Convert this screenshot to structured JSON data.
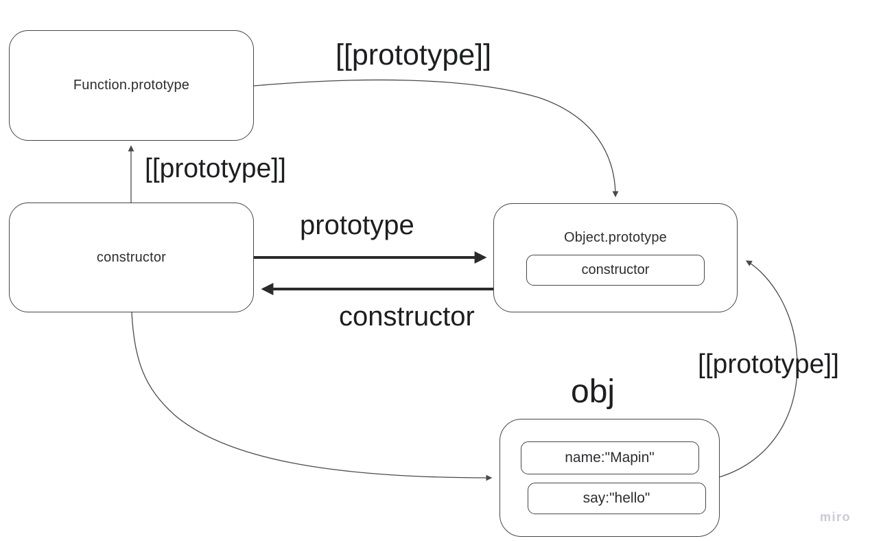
{
  "app": "miro-board",
  "watermark": "miro",
  "colors": {
    "thin_line": "#4a4a4a",
    "thick_line": "#2b2b2b",
    "box_border": "#464646",
    "box_fill": "#ffffff",
    "text": "#1f2022",
    "watermark_color": "#c9cad6"
  },
  "nodes": {
    "function_prototype": {
      "label": "Function.prototype"
    },
    "constructor_node": {
      "label": "constructor"
    },
    "object_prototype": {
      "label": "Object.prototype",
      "field": "constructor"
    },
    "obj": {
      "title": "obj",
      "fields": [
        "name:\"Mapin\"",
        "say:\"hello\""
      ]
    }
  },
  "edge_labels": {
    "top_prototype": "[[prototype]]",
    "left_prototype": "[[prototype]]",
    "prototype": "prototype",
    "constructor": "constructor",
    "right_prototype": "[[prototype]]"
  }
}
